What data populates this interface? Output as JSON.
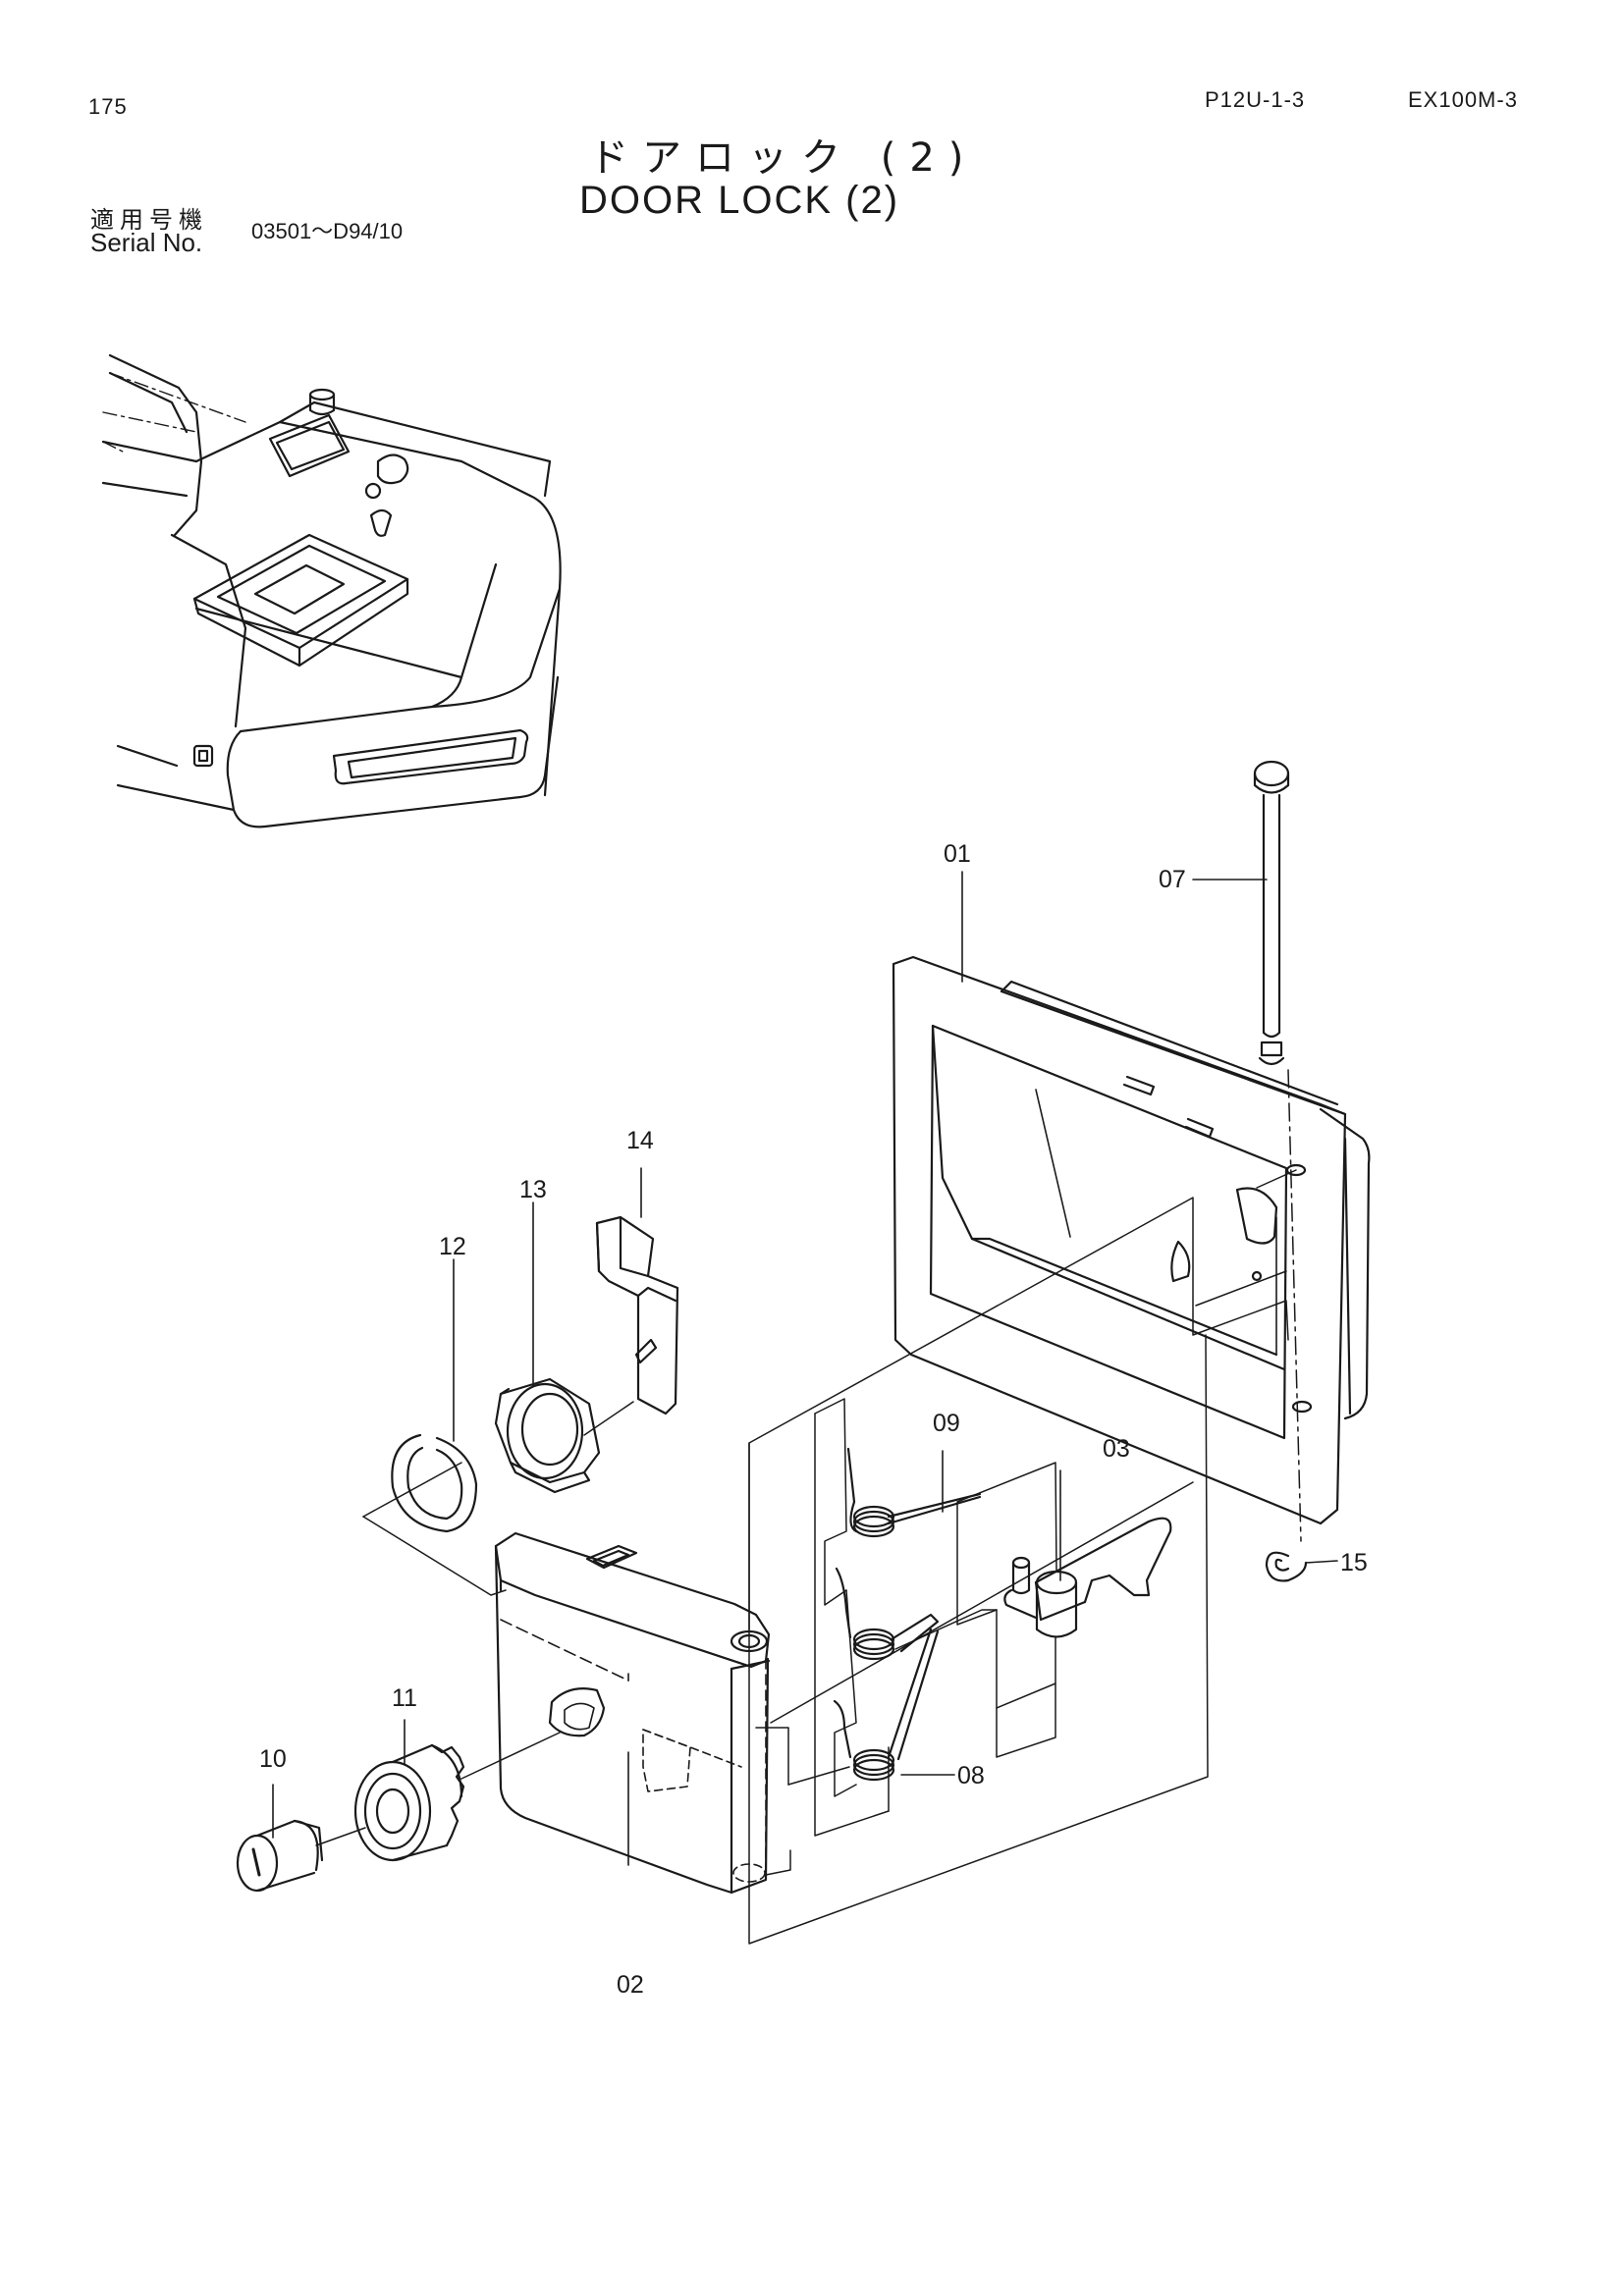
{
  "header": {
    "page_number": "175",
    "doc_code": "P12U-1-3",
    "model": "EX100M-3"
  },
  "title": {
    "japanese": "ドアロック (2)",
    "english": "DOOR LOCK (2)"
  },
  "serial": {
    "label_jp": "適用号機",
    "label_en": "Serial No.",
    "range": "03501～D94/10"
  },
  "callouts": {
    "c01": "01",
    "c02": "02",
    "c03": "03",
    "c07": "07",
    "c08": "08",
    "c09": "09",
    "c10": "10",
    "c11": "11",
    "c12": "12",
    "c13": "13",
    "c14": "14",
    "c15": "15"
  }
}
